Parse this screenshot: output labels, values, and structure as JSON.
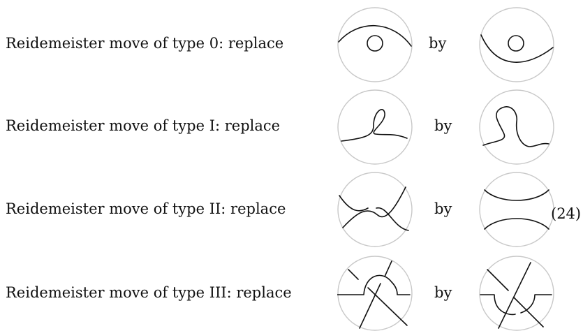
{
  "moves": [
    {
      "label": "Reidemeister move of type 0: replace",
      "connector": "by"
    },
    {
      "label": "Reidemeister move of type I: replace",
      "connector": "by"
    },
    {
      "label": "Reidemeister move of type II: replace",
      "connector": "by"
    },
    {
      "label": "Reidemeister move of type III: replace",
      "connector": "by"
    }
  ],
  "equation_number": "(24)"
}
